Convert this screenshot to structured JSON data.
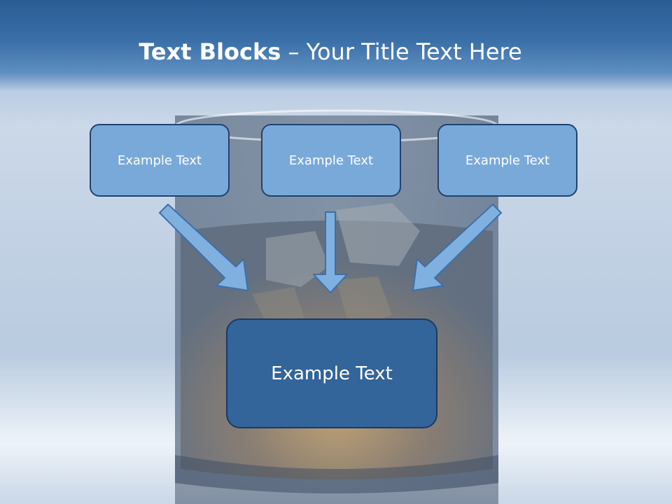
{
  "title": {
    "bold": "Text Blocks",
    "separator": " – ",
    "rest": "Your Title Text Here"
  },
  "boxes": [
    {
      "label": "Example Text"
    },
    {
      "label": "Example Text"
    },
    {
      "label": "Example Text"
    }
  ],
  "main_box": {
    "label": "Example Text"
  },
  "colors": {
    "header": "#2a5c94",
    "small_box_fill": "#78a9d9",
    "main_box_fill": "#33649a",
    "arrow_fill": "#7fb0e0",
    "border": "#1f4370"
  }
}
